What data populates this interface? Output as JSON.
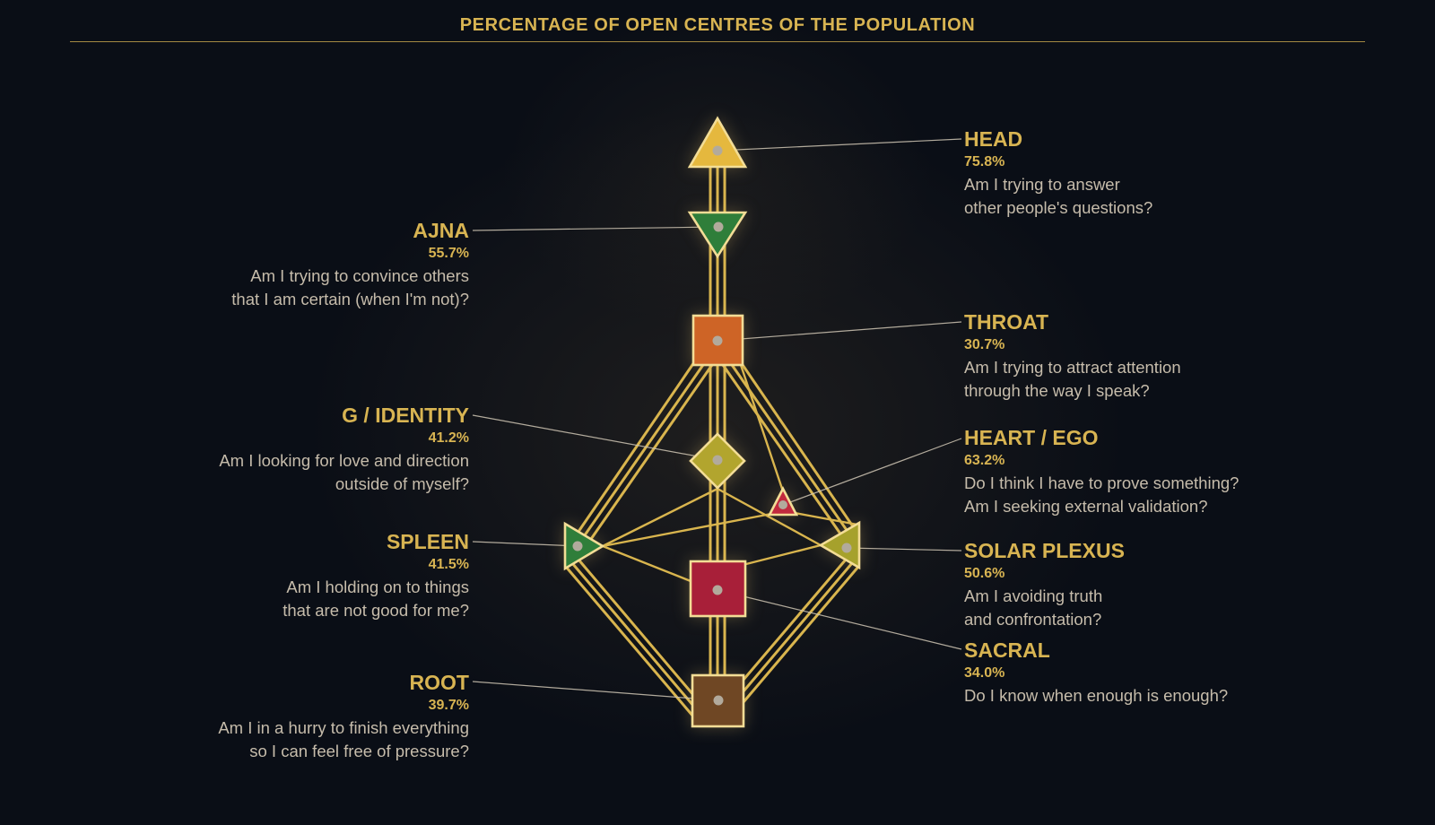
{
  "title": "PERCENTAGE OF OPEN CENTRES OF THE POPULATION",
  "palette": {
    "background": "#0a0e16",
    "gold_text": "#d8b452",
    "question_text": "#c6bcab",
    "channel": "#d9b54e",
    "leader": "#cfc6b4",
    "shape_stroke": "#f3dd96",
    "dot": "#b2aa9c",
    "rule": "#bf9f4a"
  },
  "centers": {
    "head": {
      "name": "HEAD",
      "value": "75.8%",
      "shape": "triangle-up",
      "color": "#e5b83e",
      "label_side": "right",
      "questions": [
        "Am I trying to answer",
        "other people's questions?"
      ]
    },
    "ajna": {
      "name": "AJNA",
      "value": "55.7%",
      "shape": "triangle-down",
      "color": "#2f7e3a",
      "label_side": "left",
      "questions": [
        "Am I trying to convince others",
        "that I am certain (when I'm not)?"
      ]
    },
    "throat": {
      "name": "THROAT",
      "value": "30.7%",
      "shape": "square",
      "color": "#ce6426",
      "label_side": "right",
      "questions": [
        "Am I trying to attract attention",
        "through the way I speak?"
      ]
    },
    "g_identity": {
      "name": "G / IDENTITY",
      "value": "41.2%",
      "shape": "diamond",
      "color": "#b2a52e",
      "label_side": "left",
      "questions": [
        "Am I looking for love and direction",
        "outside of myself?"
      ]
    },
    "heart_ego": {
      "name": "HEART / EGO",
      "value": "63.2%",
      "shape": "triangle-up",
      "color": "#c12a3e",
      "label_side": "right",
      "questions": [
        "Do I think I have to prove something?",
        "Am I seeking external validation?"
      ]
    },
    "spleen": {
      "name": "SPLEEN",
      "value": "41.5%",
      "shape": "triangle-right",
      "color": "#2f7e3a",
      "label_side": "left",
      "questions": [
        "Am I holding on to things",
        "that are not good for me?"
      ]
    },
    "solar_plexus": {
      "name": "SOLAR PLEXUS",
      "value": "50.6%",
      "shape": "triangle-left",
      "color": "#a6a12c",
      "label_side": "right",
      "questions": [
        "Am I avoiding truth",
        "and confrontation?"
      ]
    },
    "sacral": {
      "name": "SACRAL",
      "value": "34.0%",
      "shape": "square",
      "color": "#a81f39",
      "label_side": "right",
      "questions": [
        "Do I know when enough is enough?"
      ]
    },
    "root": {
      "name": "ROOT",
      "value": "39.7%",
      "shape": "square",
      "color": "#6f4724",
      "label_side": "left",
      "questions": [
        "Am I in a hurry to finish everything",
        "so I can feel free of pressure?"
      ]
    }
  }
}
